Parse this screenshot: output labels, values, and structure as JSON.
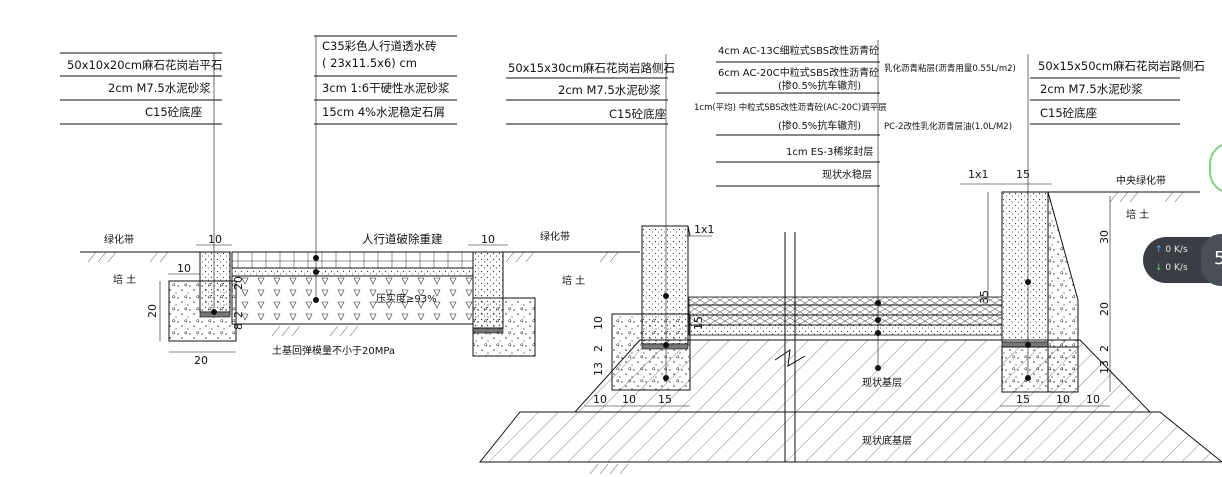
{
  "left_section": {
    "stone_labels": [
      "50x10x20cm麻石花岗岩平石",
      "2cm  M7.5水泥砂浆",
      "C15砼底座"
    ],
    "brick_labels": [
      "C35彩色人行道透水砖",
      "( 23x11.5x6) cm",
      "3cm 1:6干硬性水泥砂浆",
      "15cm 4%水泥稳定石屑"
    ],
    "green_belt_left": "绿化带",
    "sidewalk_title": "人行道破除重建",
    "green_belt_right": "绿化带",
    "soil": "培 土",
    "compaction": "压实度≥93%",
    "subgrade_note": "土基回弹模量不小于20MPa",
    "dims": {
      "d10_top": "10",
      "d10_left": "10",
      "d20_side": "20",
      "d20_bottom": "20",
      "d20_b": "20",
      "d2_b": "2",
      "d8_b": "8",
      "d10_right": "10"
    }
  },
  "middle_section": {
    "curb_labels": [
      "50x15x30cm麻石花岗岩路侧石",
      "2cm  M7.5水泥砂浆",
      "C15砼底座"
    ],
    "pavement_labels": [
      "4cm AC-13C细粒式SBS改性沥青砼",
      "6cm AC-20C中粒式SBS改性沥青砼",
      "(掺0.5%抗车辙剂)",
      "1cm(平均) 中粒式SBS改性沥青砼(AC-20C)调平层",
      "(掺0.5%抗车辙剂)",
      "1cm ES-3稀浆封层",
      "现状水稳层"
    ],
    "tack_coat": "乳化沥青粘层(沥青用量0.55L/m2)",
    "prime_coat": "PC-2改性乳化沥青层油(1.0L/M2)",
    "existing_base": "现状基层",
    "existing_subbase": "现状底基层",
    "soil": "培 土",
    "dims": {
      "slope": "1x1",
      "d15": "15",
      "d10a": "10",
      "d2": "2",
      "d13": "13",
      "b10a": "10",
      "b10b": "10",
      "b15": "15"
    }
  },
  "right_section": {
    "curb_labels": [
      "50x15x50cm麻石花岗岩路侧石",
      "2cm  M7.5水泥砂浆",
      "C15砼底座"
    ],
    "median": "中央绿化带",
    "soil": "培 土",
    "dims": {
      "slope": "1x1",
      "top15": "15",
      "d35": "35",
      "d30": "30",
      "d20": "20",
      "d2": "2",
      "d13": "13",
      "b15": "15",
      "b10a": "10",
      "b10b": "10"
    }
  },
  "speed_widget": {
    "up": "0 K/s",
    "down": "0 K/s",
    "badge": "5"
  }
}
